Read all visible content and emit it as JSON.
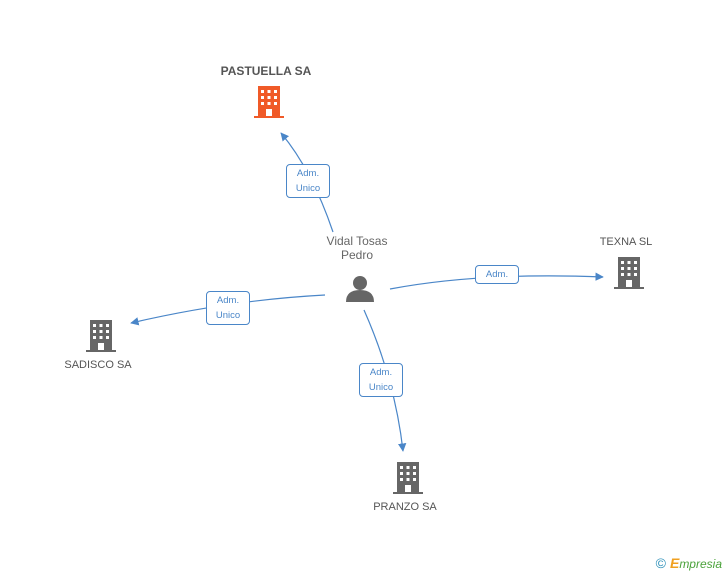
{
  "center": {
    "name_line1": "Vidal Tosas",
    "name_line2": "Pedro"
  },
  "companies": {
    "pastuella": {
      "name": "PASTUELLA SA",
      "color": "#f05a28"
    },
    "texna": {
      "name": "TEXNA SL",
      "color": "#666666"
    },
    "sadisco": {
      "name": "SADISCO SA",
      "color": "#666666"
    },
    "pranzo": {
      "name": "PRANZO SA",
      "color": "#666666"
    }
  },
  "edges": {
    "pastuella": {
      "line1": "Adm.",
      "line2": "Unico"
    },
    "texna": {
      "line1": "Adm."
    },
    "sadisco": {
      "line1": "Adm.",
      "line2": "Unico"
    },
    "pranzo": {
      "line1": "Adm.",
      "line2": "Unico"
    }
  },
  "colors": {
    "edge": "#4a86c8",
    "person": "#666666"
  },
  "footer": {
    "copyright": "©",
    "brand_e": "E",
    "brand_rest": "mpresia"
  }
}
